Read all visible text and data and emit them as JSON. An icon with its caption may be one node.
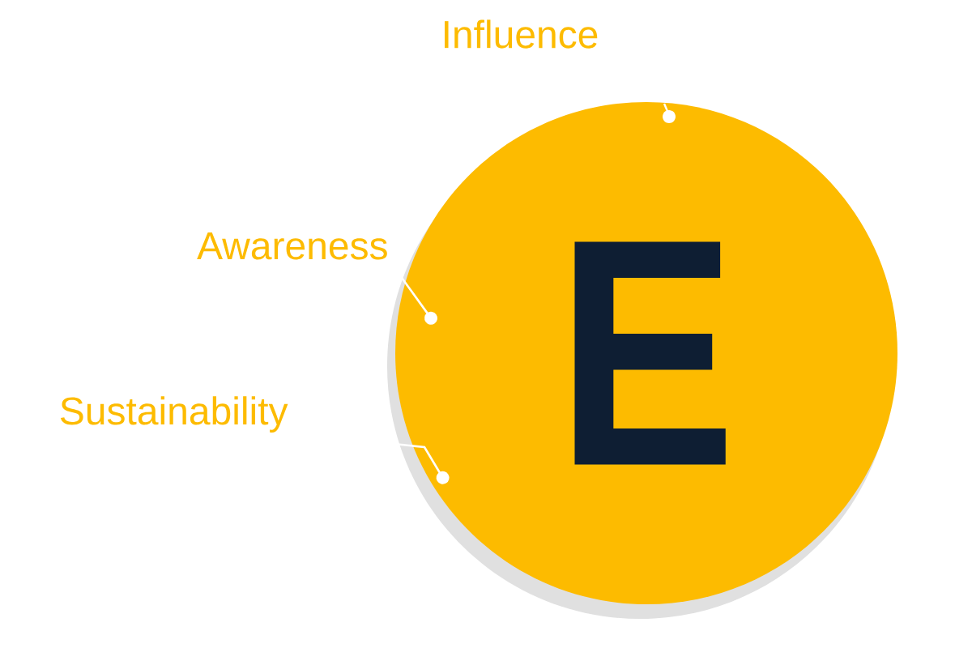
{
  "diagram": {
    "nodes": [
      {
        "text": [
          "E"
        ]
      },
      {
        "text": [
          "Awareness"
        ]
      },
      {
        "text": [
          "Sustainability"
        ]
      }
    ],
    "edges": [
      {
        "from": 1,
        "to": 0,
        "arrow": "other"
      },
      {
        "from": 2,
        "to": 0,
        "arrow": "other"
      }
    ],
    "labels": [
      "Influence"
    ]
  }
}
